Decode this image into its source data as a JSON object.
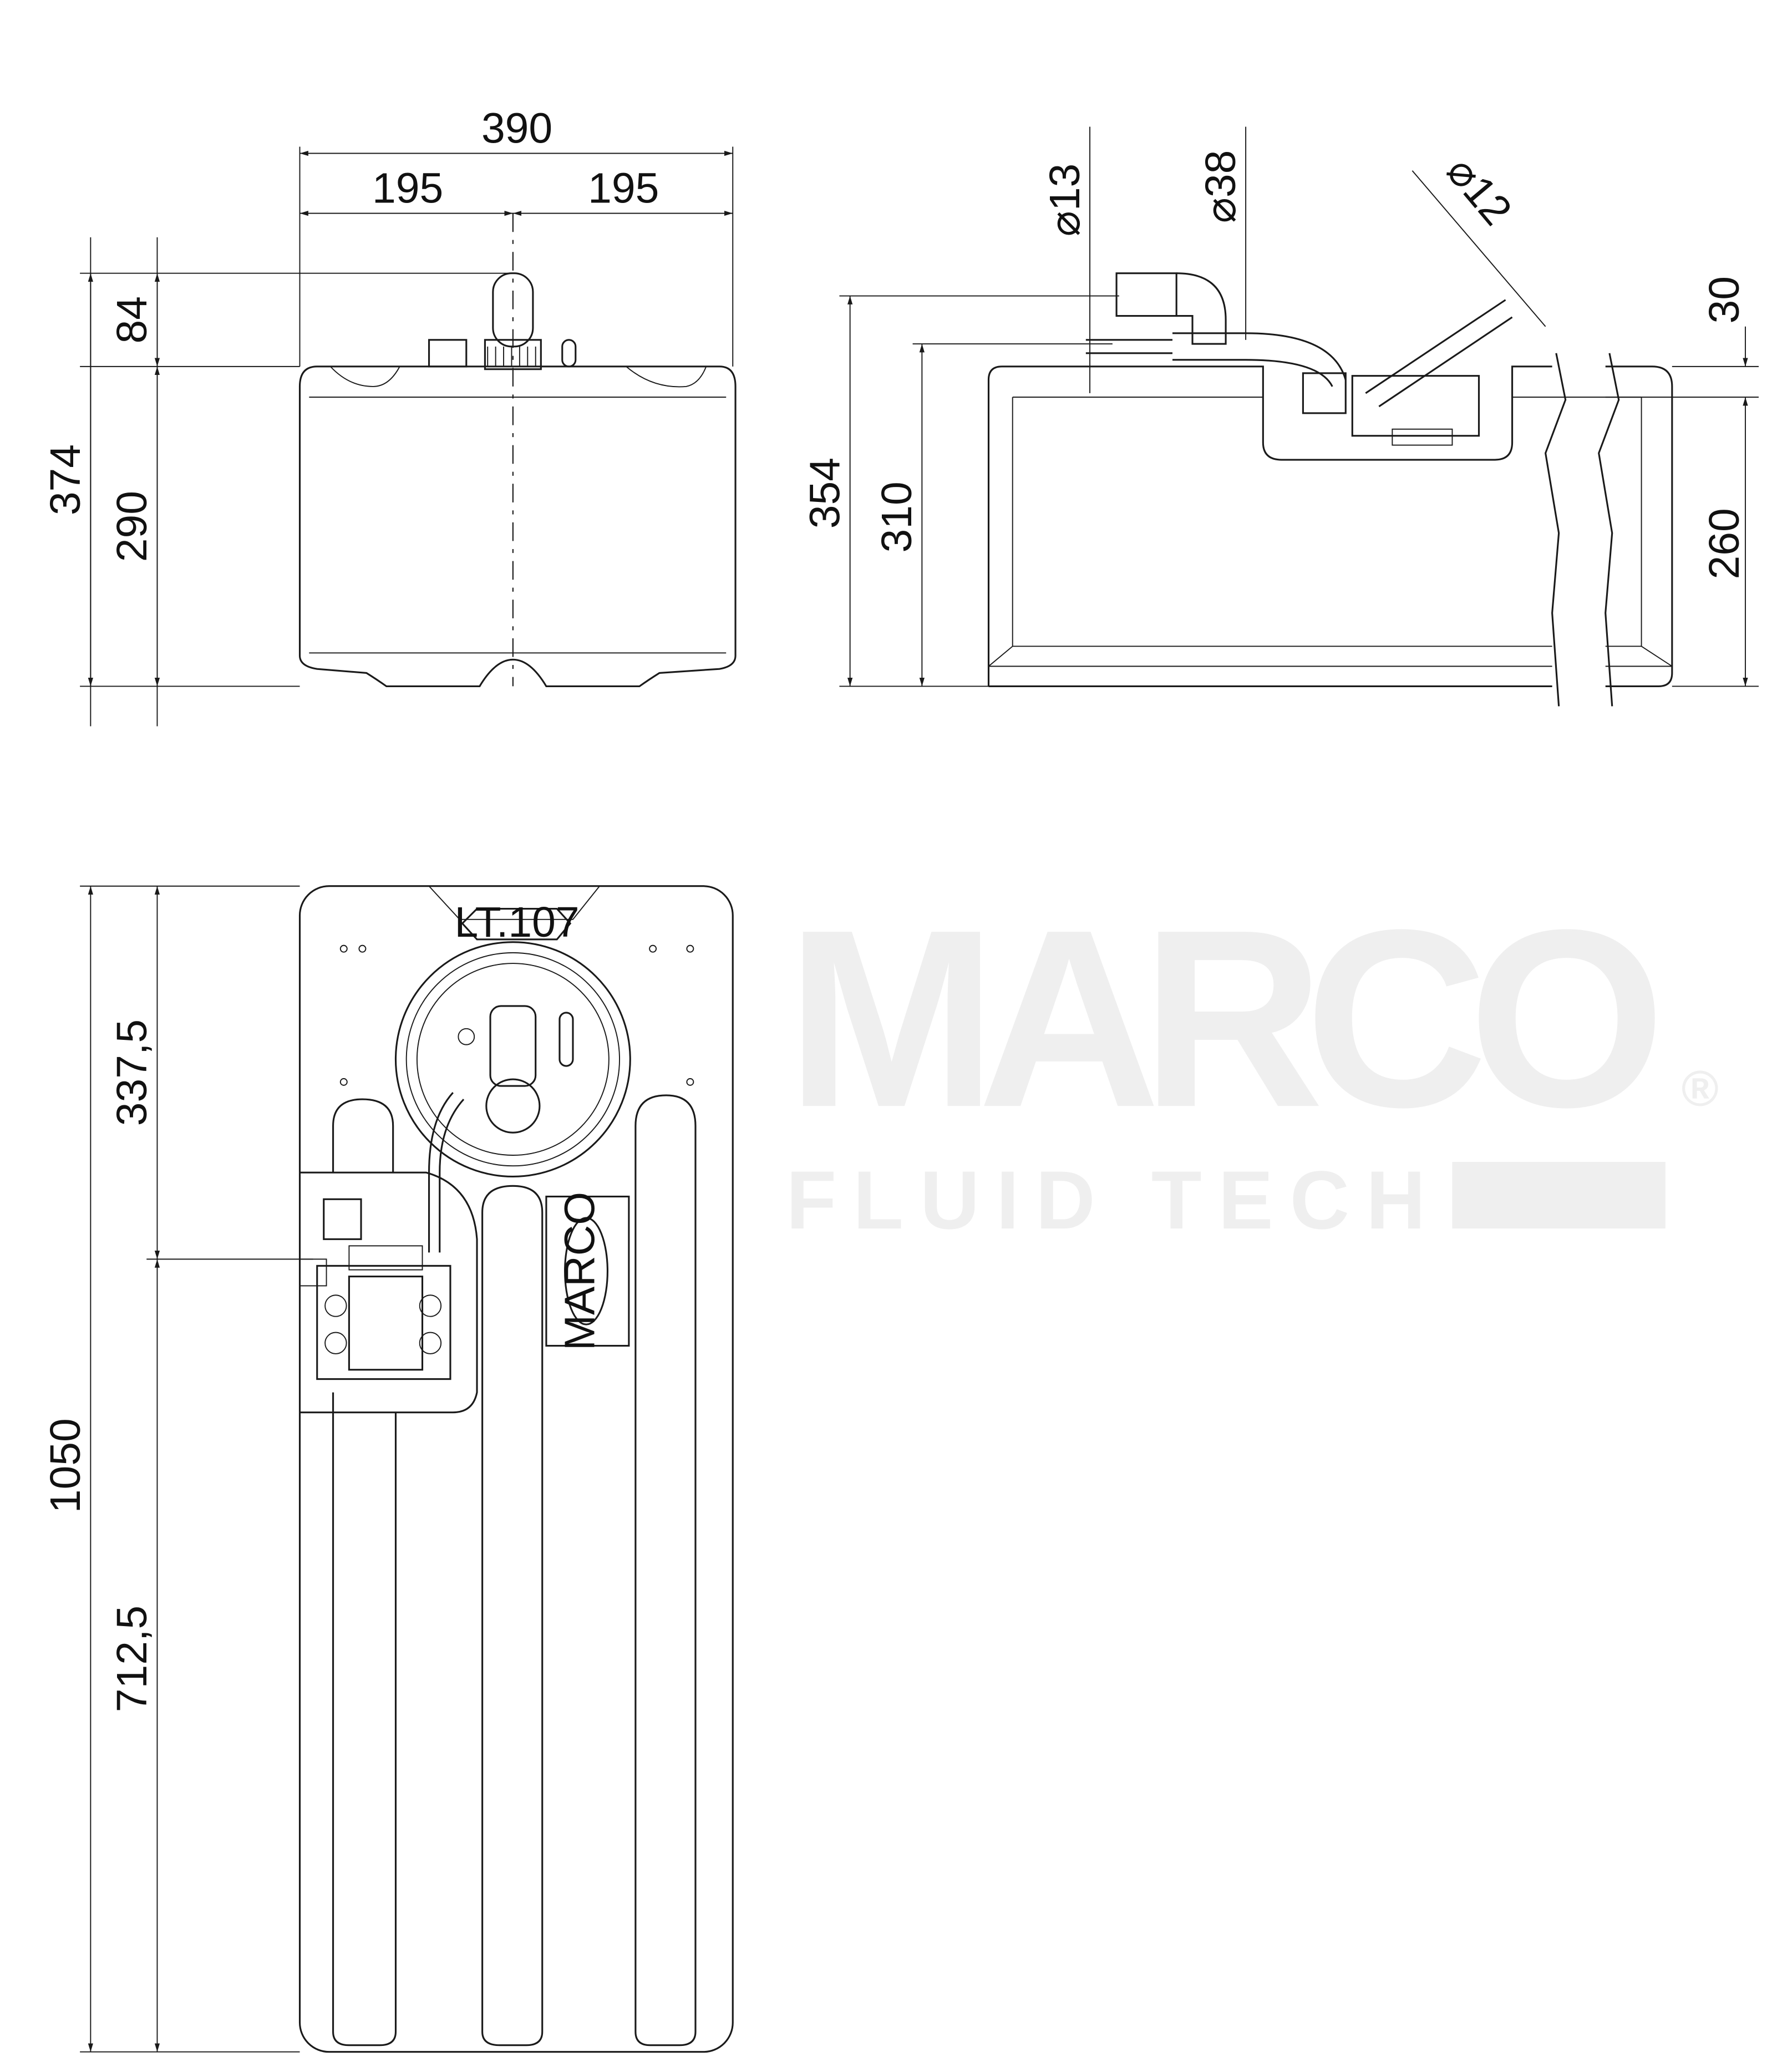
{
  "watermark": {
    "brand": "MARCO",
    "sub": "FLUID TECH",
    "registered": "®"
  },
  "front_view": {
    "width_total": "390",
    "width_left": "195",
    "width_right": "195",
    "height_total": "374",
    "height_top": "84",
    "height_body": "290"
  },
  "side_view": {
    "dia_1": "⌀13",
    "dia_2": "⌀38",
    "dia_3": "⌀12",
    "height_1": "354",
    "height_2": "310",
    "height_top": "30",
    "height_body": "260"
  },
  "top_view": {
    "length_total": "1050",
    "length_top": "337,5",
    "length_bottom": "712,5",
    "model_tag": "LT.107",
    "plate_logo": "MARCO"
  }
}
